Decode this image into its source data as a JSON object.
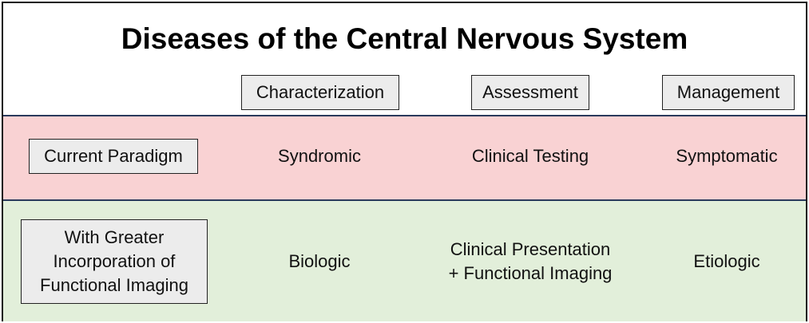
{
  "title": "Diseases of the Central Nervous System",
  "columns": [
    "Characterization",
    "Assessment",
    "Management"
  ],
  "rows": [
    {
      "label": "Current Paradigm",
      "cells": [
        "Syndromic",
        "Clinical Testing",
        "Symptomatic"
      ],
      "color": "#f9d2d3"
    },
    {
      "label": "With Greater\nIncorporation of\nFunctional Imaging",
      "cells": [
        "Biologic",
        "Clinical Presentation\n+ Functional Imaging",
        "Etiologic"
      ],
      "color": "#e2efda"
    }
  ]
}
